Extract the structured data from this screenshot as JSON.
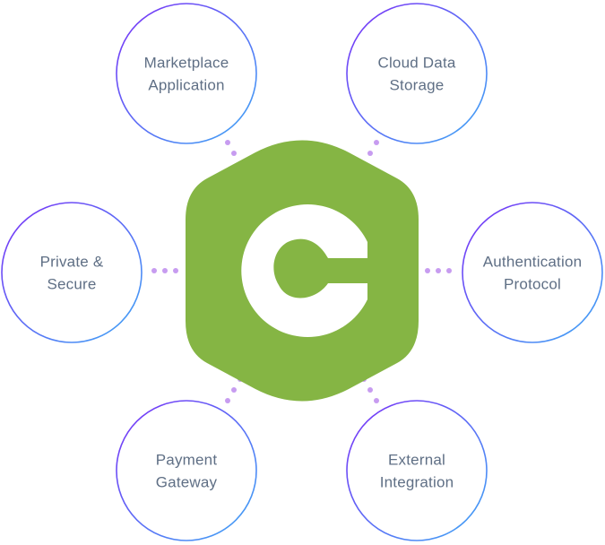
{
  "colors": {
    "hub_fill": "#85b544",
    "hub_symbol": "#ffffff",
    "ring_gradient_start": "#7b2ff7",
    "ring_gradient_end": "#3fa9f5",
    "label_text": "#5f6f85",
    "connector_dots": "#c79cf0"
  },
  "hub": {
    "icon": "c-logo-icon"
  },
  "nodes": [
    {
      "id": "marketplace-application",
      "lines": [
        "Marketplace",
        "Application"
      ]
    },
    {
      "id": "cloud-data-storage",
      "lines": [
        "Cloud Data",
        "Storage"
      ]
    },
    {
      "id": "private-and-secure",
      "lines": [
        "Private &",
        "Secure"
      ]
    },
    {
      "id": "authentication-protocol",
      "lines": [
        "Authentication",
        "Protocol"
      ]
    },
    {
      "id": "payment-gateway",
      "lines": [
        "Payment",
        "Gateway"
      ]
    },
    {
      "id": "external-integration",
      "lines": [
        "External",
        "Integration"
      ]
    }
  ]
}
